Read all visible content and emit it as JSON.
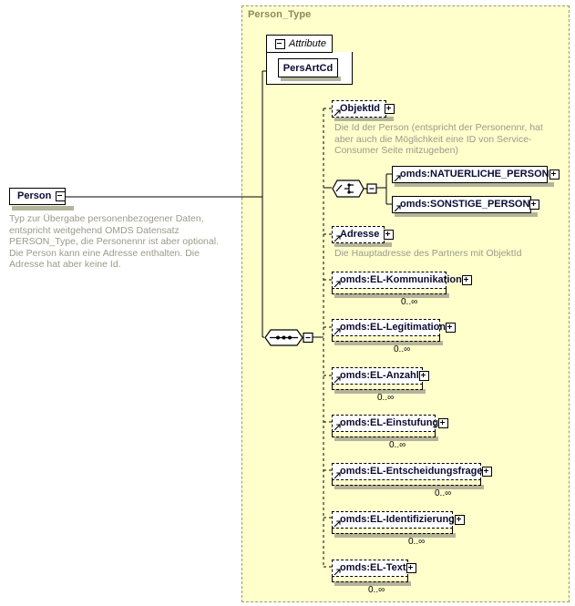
{
  "diagram": {
    "kind": "xsd-schema-diagram",
    "type_container": {
      "title": "Person_Type"
    },
    "root_element": {
      "name": "Person",
      "toggle": "minus-icon",
      "annotation": "Typ zur Übergabe personenbezogener Daten, entspricht weitgehend OMDS Datensatz PERSON_Type, die Personennr ist aber optional. Die Person kann eine Adresse enthalten. Die Adresse hat aber keine Id."
    },
    "attribute_group": {
      "label": "Attribute",
      "toggle": "minus-icon",
      "items": [
        {
          "name": "PersArtCd"
        }
      ]
    },
    "compositors": [
      {
        "id": "choice",
        "icon": "choice-compositor-icon",
        "toggle": "minus-icon"
      },
      {
        "id": "sequence",
        "icon": "sequence-compositor-icon",
        "toggle": "minus-icon"
      }
    ],
    "nodes": [
      {
        "name": "ObjektId",
        "border": "dashed",
        "toggle": "plus-icon",
        "repeat": false,
        "cardinality": "",
        "annotation": "Die Id der Person (entspricht der Personennr, hat aber auch die Möglichkeit eine ID von Service-Consumer Seite mitzugeben)"
      },
      {
        "name": "omds:NATUERLICHE_PERSON",
        "border": "solid",
        "toggle": "plus-icon",
        "repeat": false,
        "cardinality": "",
        "annotation": ""
      },
      {
        "name": "omds:SONSTIGE_PERSON",
        "border": "solid",
        "toggle": "plus-icon",
        "repeat": false,
        "cardinality": "",
        "annotation": ""
      },
      {
        "name": "Adresse",
        "border": "dashed",
        "toggle": "plus-icon",
        "repeat": false,
        "cardinality": "",
        "annotation": "Die Hauptadresse des Partners mit ObjektId"
      },
      {
        "name": "omds:EL-Kommunikation",
        "border": "dashed",
        "toggle": "plus-icon",
        "repeat": true,
        "cardinality": "0..∞",
        "annotation": ""
      },
      {
        "name": "omds:EL-Legitimation",
        "border": "dashed",
        "toggle": "plus-icon",
        "repeat": true,
        "cardinality": "0..∞",
        "annotation": ""
      },
      {
        "name": "omds:EL-Anzahl",
        "border": "dashed",
        "toggle": "plus-icon",
        "repeat": true,
        "cardinality": "0..∞",
        "annotation": ""
      },
      {
        "name": "omds:EL-Einstufung",
        "border": "dashed",
        "toggle": "plus-icon",
        "repeat": true,
        "cardinality": "0..∞",
        "annotation": ""
      },
      {
        "name": "omds:EL-Entscheidungsfrage",
        "border": "dashed",
        "toggle": "plus-icon",
        "repeat": true,
        "cardinality": "0..∞",
        "annotation": ""
      },
      {
        "name": "omds:EL-Identifizierung",
        "border": "dashed",
        "toggle": "plus-icon",
        "repeat": true,
        "cardinality": "0..∞",
        "annotation": ""
      },
      {
        "name": "omds:EL-Text",
        "border": "dashed",
        "toggle": "plus-icon",
        "repeat": true,
        "cardinality": "0..∞",
        "annotation": ""
      }
    ],
    "colors": {
      "container_bg": "#ffffcc",
      "container_border": "#999977",
      "node_text": "#0b0b33",
      "annotation_text": "#9a9a8a",
      "type_title": "#8a8a5c",
      "shadow": "#b4b49b"
    }
  }
}
